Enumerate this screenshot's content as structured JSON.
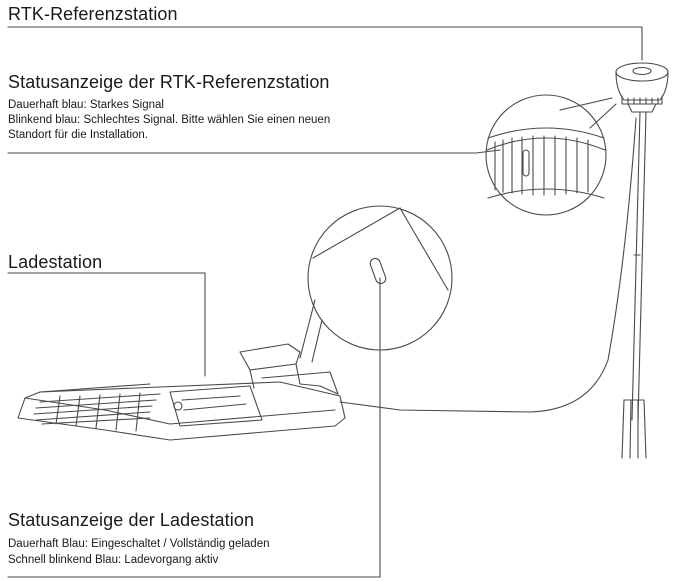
{
  "rtk_station": {
    "title": "RTK-Referenzstation",
    "status_title": "Statusanzeige der RTK-Referenzstation",
    "status_lines": [
      "Dauerhaft blau: Starkes Signal",
      "Blinkend blau: Schlechtes Signal. Bitte wählen Sie einen neuen",
      "Standort für die Installation."
    ]
  },
  "charging_station": {
    "title": "Ladestation",
    "status_title": "Statusanzeige der Ladestation",
    "status_lines": [
      "Dauerhaft Blau: Eingeschaltet / Vollständig geladen",
      "Schnell blinkend Blau: Ladevorgang aktiv"
    ]
  },
  "colors": {
    "line": "#4a4a4a",
    "text": "#1a1a1a"
  }
}
